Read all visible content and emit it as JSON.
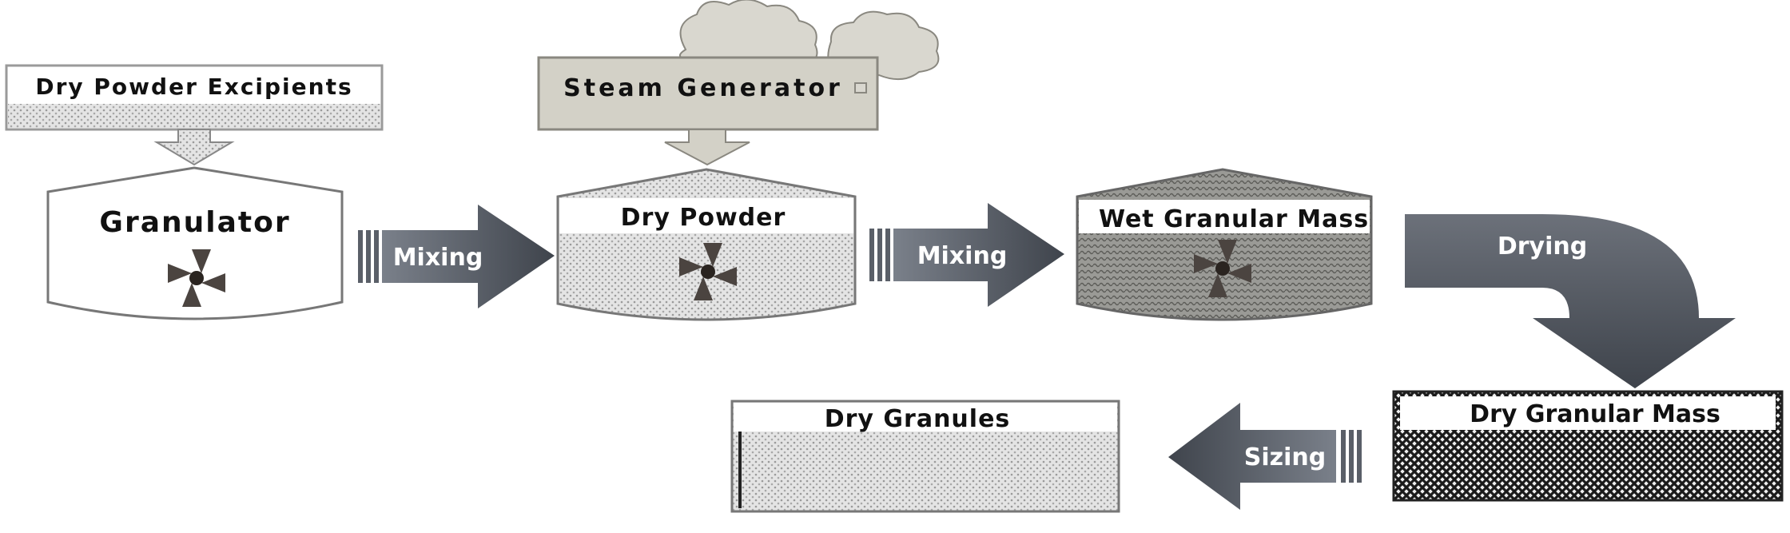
{
  "diagram": {
    "labels": {
      "excipients": "Dry Powder Excipients",
      "steam": "Steam Generator",
      "granulator": "Granulator",
      "dry_powder": "Dry Powder",
      "wet_mass": "Wet Granular Mass",
      "dry_granular_mass": "Dry Granular Mass",
      "dry_granules": "Dry Granules"
    },
    "arrows": {
      "mixing_1": "Mixing",
      "mixing_2": "Mixing",
      "drying": "Drying",
      "sizing": "Sizing"
    },
    "colors": {
      "arrow_dark": "#4a4f58",
      "arrow_light": "#727882",
      "steam_box": "#d3d1c7",
      "cloud": "#d9d7cf",
      "powder_fill": "#dcdcdc",
      "wet_fill": "#8e8e8a",
      "dense_fill": "#1e1e1e",
      "impeller": "#4b4440"
    }
  }
}
